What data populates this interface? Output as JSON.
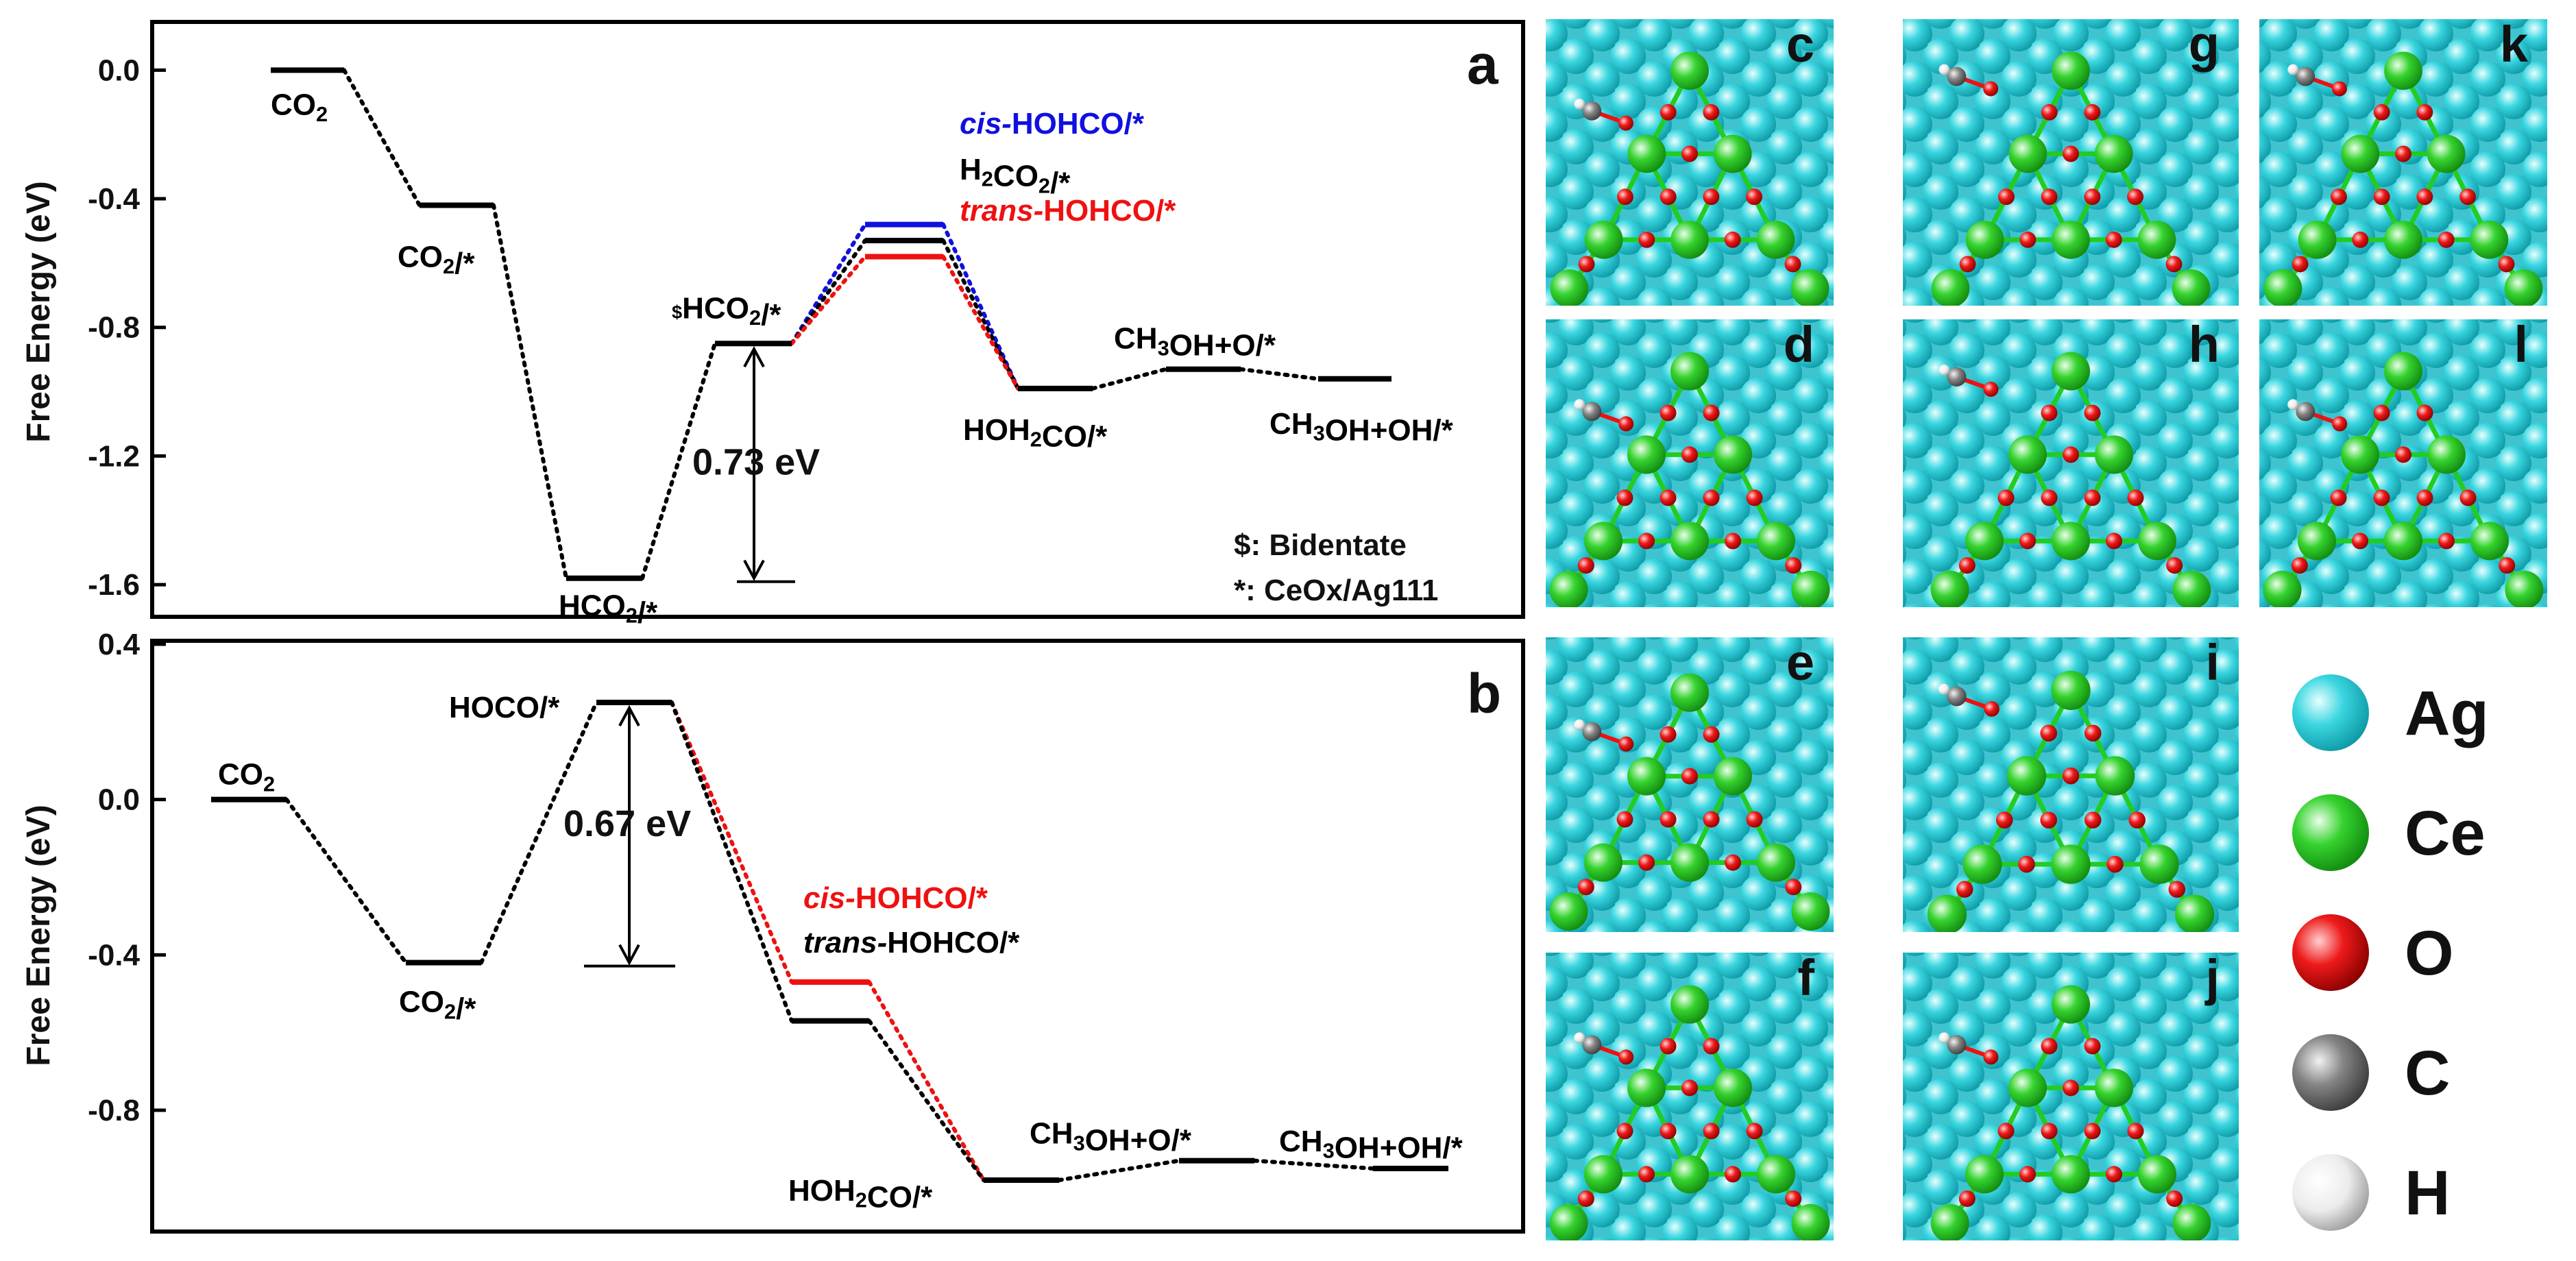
{
  "chart_data": [
    {
      "type": "line",
      "panel_letter": "a",
      "ylabel": "Free Energy (eV)",
      "ylim": [
        -1.7,
        0.15
      ],
      "yticks": [
        0.0,
        -0.4,
        -0.8,
        -1.2,
        -1.6
      ],
      "ytick_labels": [
        "0.0",
        "-0.4",
        "-0.8",
        "-1.2",
        "-1.6"
      ],
      "states": [
        {
          "label": "CO2",
          "value": 0.0,
          "color": "#000000"
        },
        {
          "label": "CO2/*",
          "value": -0.42,
          "color": "#000000"
        },
        {
          "label": "HCO2/*",
          "value": -1.58,
          "color": "#000000"
        },
        {
          "label": "$HCO2/*",
          "value": -0.85,
          "color": "#000000"
        },
        {
          "label": "cis-HOHCO/*",
          "value": -0.48,
          "color": "#1010e0"
        },
        {
          "label": "H2CO2/*",
          "value": -0.53,
          "color": "#000000"
        },
        {
          "label": "trans-HOHCO/*",
          "value": -0.58,
          "color": "#ee1111"
        },
        {
          "label": "HOH2CO/*",
          "value": -0.99,
          "color": "#000000"
        },
        {
          "label": "CH3OH+O/*",
          "value": -0.93,
          "color": "#000000"
        },
        {
          "label": "CH3OH+OH/*",
          "value": -0.96,
          "color": "#000000"
        }
      ],
      "barrier": {
        "label": "0.73 eV",
        "from": -1.58,
        "to": -0.85
      },
      "notes": [
        "$: Bidentate",
        "*: CeOx/Ag111"
      ]
    },
    {
      "type": "line",
      "panel_letter": "b",
      "ylabel": "Free Energy (eV)",
      "ylim": [
        -1.0,
        0.4
      ],
      "yticks": [
        0.4,
        0.0,
        -0.4,
        -0.8
      ],
      "ytick_labels": [
        "0.4",
        "0.0",
        "-0.4",
        "-0.8"
      ],
      "states": [
        {
          "label": "CO2",
          "value": 0.0,
          "color": "#000000"
        },
        {
          "label": "CO2/*",
          "value": -0.42,
          "color": "#000000"
        },
        {
          "label": "HOCO/*",
          "value": 0.25,
          "color": "#000000"
        },
        {
          "label": "cis-HOHCO/*",
          "value": -0.47,
          "color": "#ee1111"
        },
        {
          "label": "trans-HOHCO/*",
          "value": -0.57,
          "color": "#000000"
        },
        {
          "label": "HOH2CO/*",
          "value": -0.98,
          "color": "#000000"
        },
        {
          "label": "CH3OH+O/*",
          "value": -0.93,
          "color": "#000000"
        },
        {
          "label": "CH3OH+OH/*",
          "value": -0.95,
          "color": "#000000"
        }
      ],
      "barrier": {
        "label": "0.67 eV",
        "from": -0.42,
        "to": 0.25
      }
    }
  ],
  "structure_panels": [
    {
      "letter": "c"
    },
    {
      "letter": "g"
    },
    {
      "letter": "k"
    },
    {
      "letter": "d"
    },
    {
      "letter": "h"
    },
    {
      "letter": "l"
    },
    {
      "letter": "e"
    },
    {
      "letter": "i"
    },
    {
      "letter": "f"
    },
    {
      "letter": "j"
    }
  ],
  "legend": [
    {
      "name": "Ag",
      "color": "#28d4dc"
    },
    {
      "name": "Ce",
      "color": "#22cc22"
    },
    {
      "name": "O",
      "color": "#ee1111"
    },
    {
      "name": "C",
      "color": "#808080"
    },
    {
      "name": "H",
      "color": "#e8e8e8"
    }
  ],
  "colors": {
    "black": "#000000",
    "blue": "#1010e0",
    "red": "#ee1111",
    "ag": "#4ec9d3"
  }
}
